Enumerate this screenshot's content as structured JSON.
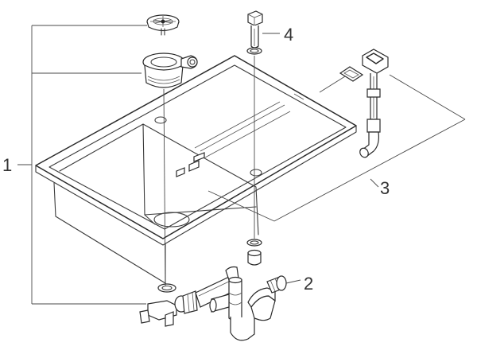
{
  "callouts": [
    {
      "label": "1"
    },
    {
      "label": "2"
    },
    {
      "label": "3"
    },
    {
      "label": "4"
    }
  ],
  "colors": {
    "line": "#3a3a3a",
    "background": "#ffffff"
  }
}
